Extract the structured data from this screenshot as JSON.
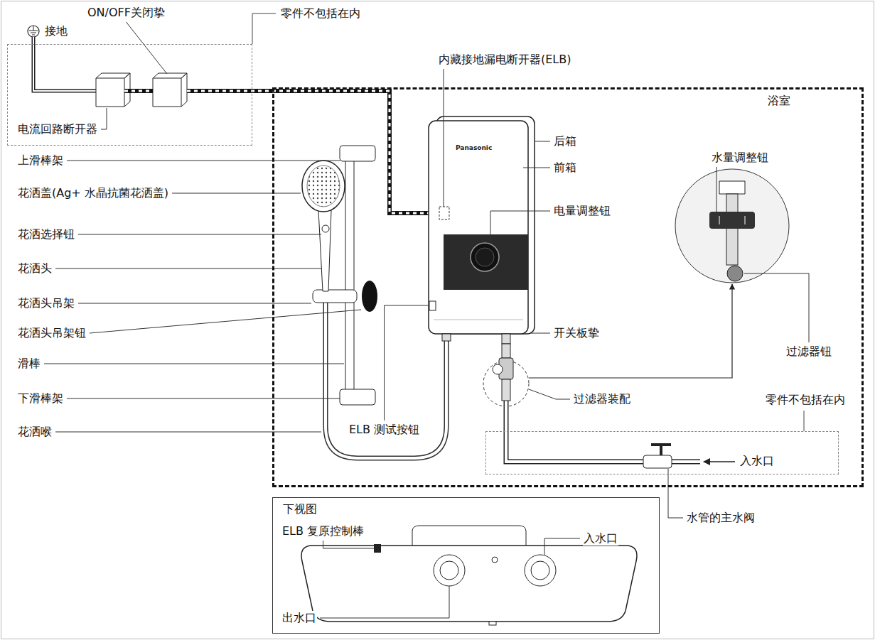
{
  "diagram": {
    "nodes": [
      {
        "text": [
          "零件不包括在内"
        ]
      },
      {
        "text": [
          "浴室"
        ]
      },
      {
        "text": [
          "零件不包括在内"
        ],
        "in": 1
      },
      {
        "text": [
          "下视图"
        ]
      }
    ],
    "labels": [
      "ON/OFF关闭挚",
      "接地",
      "电流回路断开器",
      "内藏接地漏电断开器(ELB)",
      "上滑棒架",
      "花洒盖(Ag+ 水晶抗菌花洒盖)",
      "后箱",
      "Panasonic",
      "前箱",
      "电量调整钮",
      "水量调整钮",
      "花洒选择钮",
      "花洒头",
      "花洒头吊架",
      "花洒头吊架钮",
      "开关板挚",
      "过滤器钮",
      "滑棒",
      "下滑棒架",
      "过滤器装配",
      "花洒喉",
      "ELB 测试按钮",
      "入水口",
      "水管的主水阀",
      "ELB 复原控制棒",
      "入水口",
      "出水口"
    ]
  }
}
